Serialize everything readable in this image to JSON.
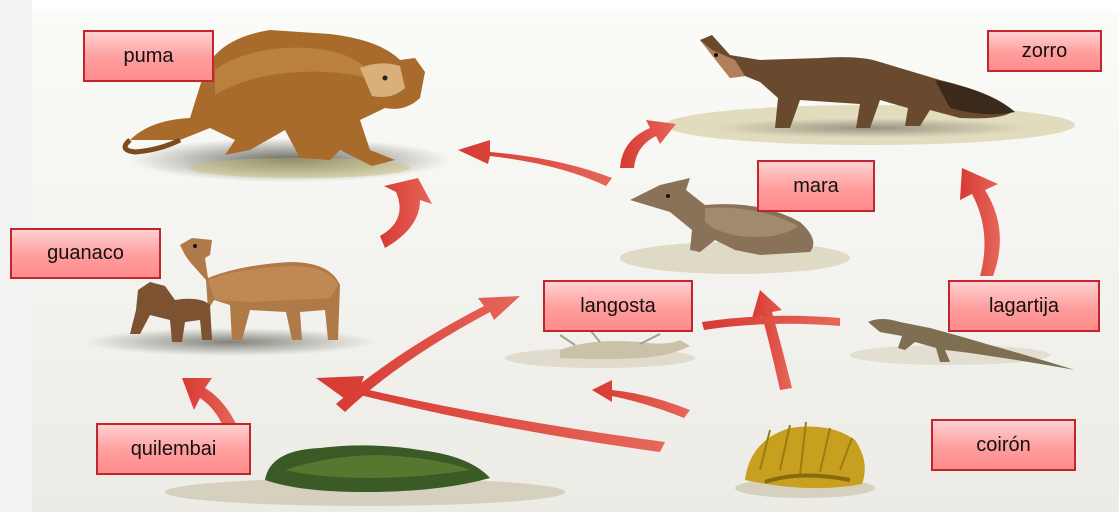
{
  "labels": {
    "puma": "puma",
    "zorro": "zorro",
    "mara": "mara",
    "guanaco": "guanaco",
    "langosta": "langosta",
    "lagartija": "lagartija",
    "quilembai": "quilembai",
    "coiron": "coirón"
  },
  "colors": {
    "label_border": "#c0262c",
    "label_fill": "#ff9d9d",
    "arrow": "#d8322e"
  },
  "icons": [
    "puma-illustration",
    "fox-illustration",
    "mara-illustration",
    "guanaco-illustration",
    "locust-illustration",
    "lizard-illustration",
    "shrub-illustration",
    "grass-tuft-illustration"
  ]
}
